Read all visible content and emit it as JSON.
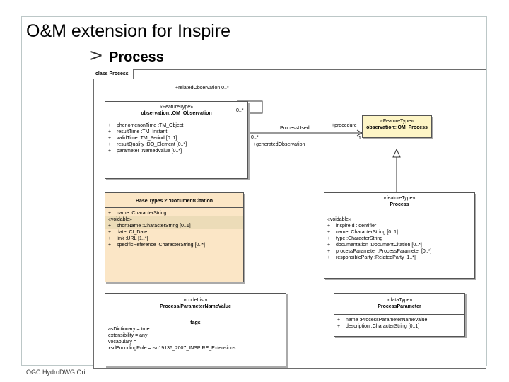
{
  "page": {
    "title": "O&M extension for Inspire",
    "subtitle": "Process",
    "subtitle_marker": ">",
    "footer": "OGC HydroDWG Ori"
  },
  "diagram": {
    "tab": "class Process",
    "classes": {
      "om_observation": {
        "stereotype": "«FeatureType»",
        "name": "observation::OM_Observation",
        "attributes": [
          {
            "v": "+",
            "text": "phenomenonTime  :TM_Object"
          },
          {
            "v": "+",
            "text": "resultTime  :TM_Instant"
          },
          {
            "v": "+",
            "text": "validTime  :TM_Period [0..1]"
          },
          {
            "v": "+",
            "text": "resultQuality  :DQ_Element [0..*]"
          },
          {
            "v": "+",
            "text": "parameter  :NamedValue [0..*]"
          }
        ]
      },
      "om_process": {
        "stereotype": "«FeatureType»",
        "name": "observation::OM_Process"
      },
      "document_citation": {
        "name": "Base Types 2::DocumentCitation",
        "attributes": [
          {
            "v": "+",
            "text": "name  :CharacterString"
          }
        ],
        "voidable_label": "«voidable»",
        "voidable_attributes": [
          {
            "v": "+",
            "text": "shortName  :CharacterString [0..1]"
          },
          {
            "v": "+",
            "text": "date  :CI_Date"
          },
          {
            "v": "+",
            "text": "link  :URL [1..*]"
          },
          {
            "v": "+",
            "text": "specificReference  :CharacterString [0..*]"
          }
        ]
      },
      "process": {
        "stereotype": "«featureType»",
        "name": "Process",
        "voidable_label": "«voidable»",
        "attributes": [
          {
            "v": "+",
            "text": "inspireId  :Identifier"
          },
          {
            "v": "+",
            "text": "name  :CharacterString [0..1]"
          },
          {
            "v": "+",
            "text": "type  :CharacterString"
          },
          {
            "v": "+",
            "text": "documentation  :DocumentCitation [0..*]"
          },
          {
            "v": "+",
            "text": "processParameter  :ProcessParameter [0..*]"
          },
          {
            "v": "+",
            "text": "responsibleParty  :RelatedParty [1..*]"
          }
        ]
      },
      "parameter_name_value": {
        "stereotype": "«codeList»",
        "name": "Process/ParameterNameValue",
        "tags_label": "tags",
        "tags": [
          "asDictionary = true",
          "extensibility = any",
          "vocabulary =",
          "xsdEncodingRule = iso19136_2007_INSPIRE_Extensions"
        ]
      },
      "process_parameter": {
        "stereotype": "«dataType»",
        "name": "ProcessParameter",
        "attributes": [
          {
            "v": "+",
            "text": "name  :ProcessParameterNameValue"
          },
          {
            "v": "+",
            "text": "description  :CharacterString [0..1]"
          }
        ]
      }
    },
    "associations": {
      "related_role": "+relatedObservation  0..*",
      "related_mult": "0..*",
      "process_used": "ProcessUsed",
      "procedure_role": "+procedure",
      "procedure_mult": "1",
      "generated_mult": "0..*",
      "generated_role": "+generatedObservation"
    }
  }
}
